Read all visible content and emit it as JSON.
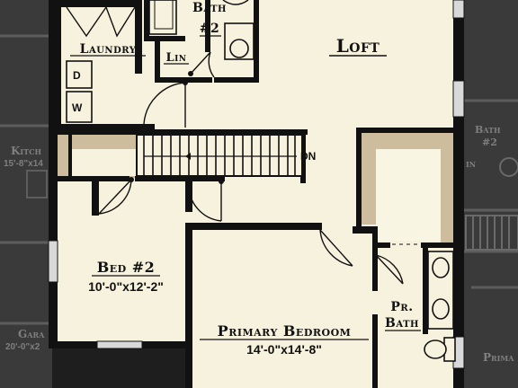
{
  "plan": {
    "rooms": {
      "loft": "Loft",
      "laundry": "Laundry",
      "bath2": {
        "line1": "Bath",
        "line2": "#2"
      },
      "linen": "Lin",
      "bed2": {
        "name": "Bed #2",
        "dims": "10'-0\"x12'-2\""
      },
      "primary": {
        "name": "Primary Bedroom",
        "dims": "14'-0\"x14'-8\""
      },
      "pr_bath": {
        "line1": "Pr.",
        "line2": "Bath"
      }
    },
    "stairs": {
      "direction": "DN"
    },
    "appliances": {
      "dryer": "D",
      "washer": "W"
    },
    "neighbor_units": {
      "left": {
        "kitchen": "Kitch",
        "kitchen_dims": "15'-8\"x14",
        "garage": "Gara",
        "garage_dims": "20'-0\"x2"
      },
      "right": {
        "bath_line1": "Bath",
        "bath_line2": "#2",
        "lin": "in",
        "primary": "Prima"
      }
    },
    "colors": {
      "floor": "#f7f2dd",
      "wall": "#111111",
      "ledge": "#cdbd9c",
      "background": "#1e1e1e",
      "neighbor": "#3a3a3a"
    }
  }
}
